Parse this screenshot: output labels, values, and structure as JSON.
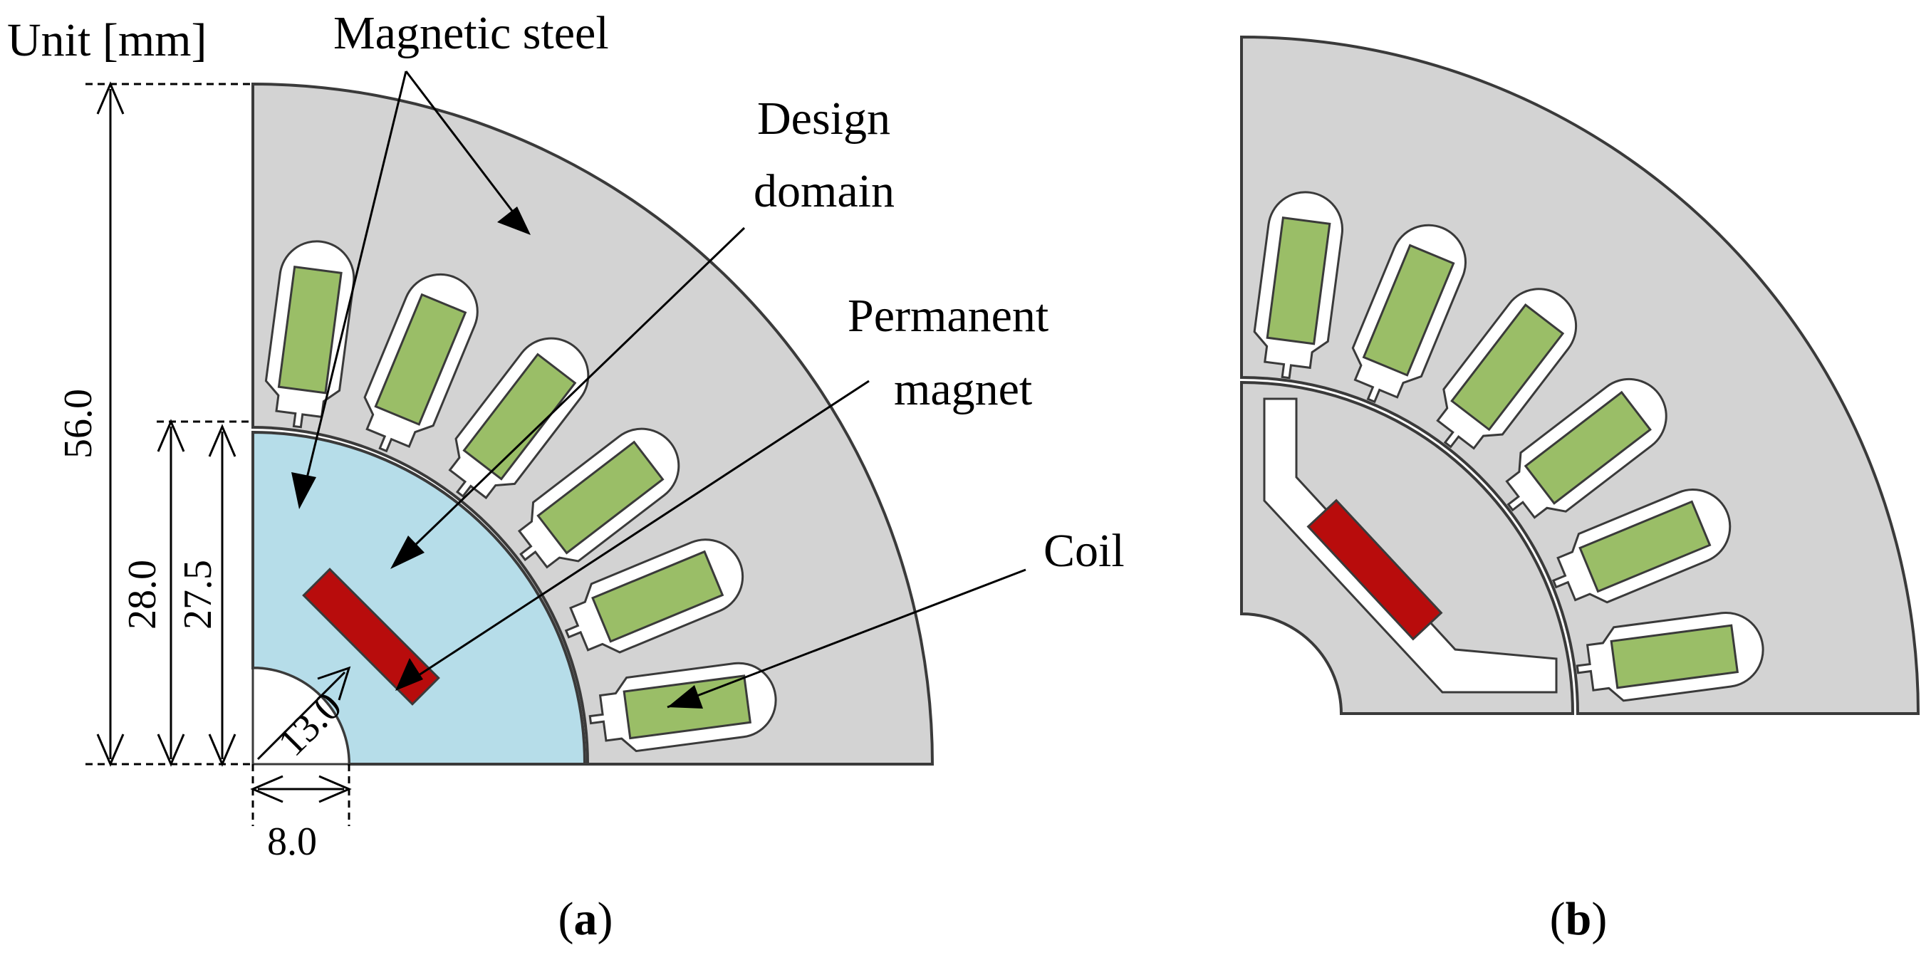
{
  "unit_label": "Unit [mm]",
  "colors": {
    "steel": "#d3d3d3",
    "design_domain": "#b6dde9",
    "coil": "#9abe67",
    "magnet": "#b80c0c",
    "outline": "#3a3a3a"
  },
  "labels": {
    "magnetic_steel": "Magnetic steel",
    "design_line1": "Design",
    "design_line2": "domain",
    "pm_line1": "Permanent",
    "pm_line2": "magnet",
    "coil": "Coil"
  },
  "dimensions": {
    "outer_height": "56.0",
    "rotor_height": "28.0",
    "rotor_inner_height": "27.5",
    "hole_radius": "13.0",
    "hole_offset": "8.0"
  },
  "panels": {
    "a": {
      "open": "(",
      "letter": "a",
      "close": ")"
    },
    "b": {
      "open": "(",
      "letter": "b",
      "close": ")"
    }
  }
}
